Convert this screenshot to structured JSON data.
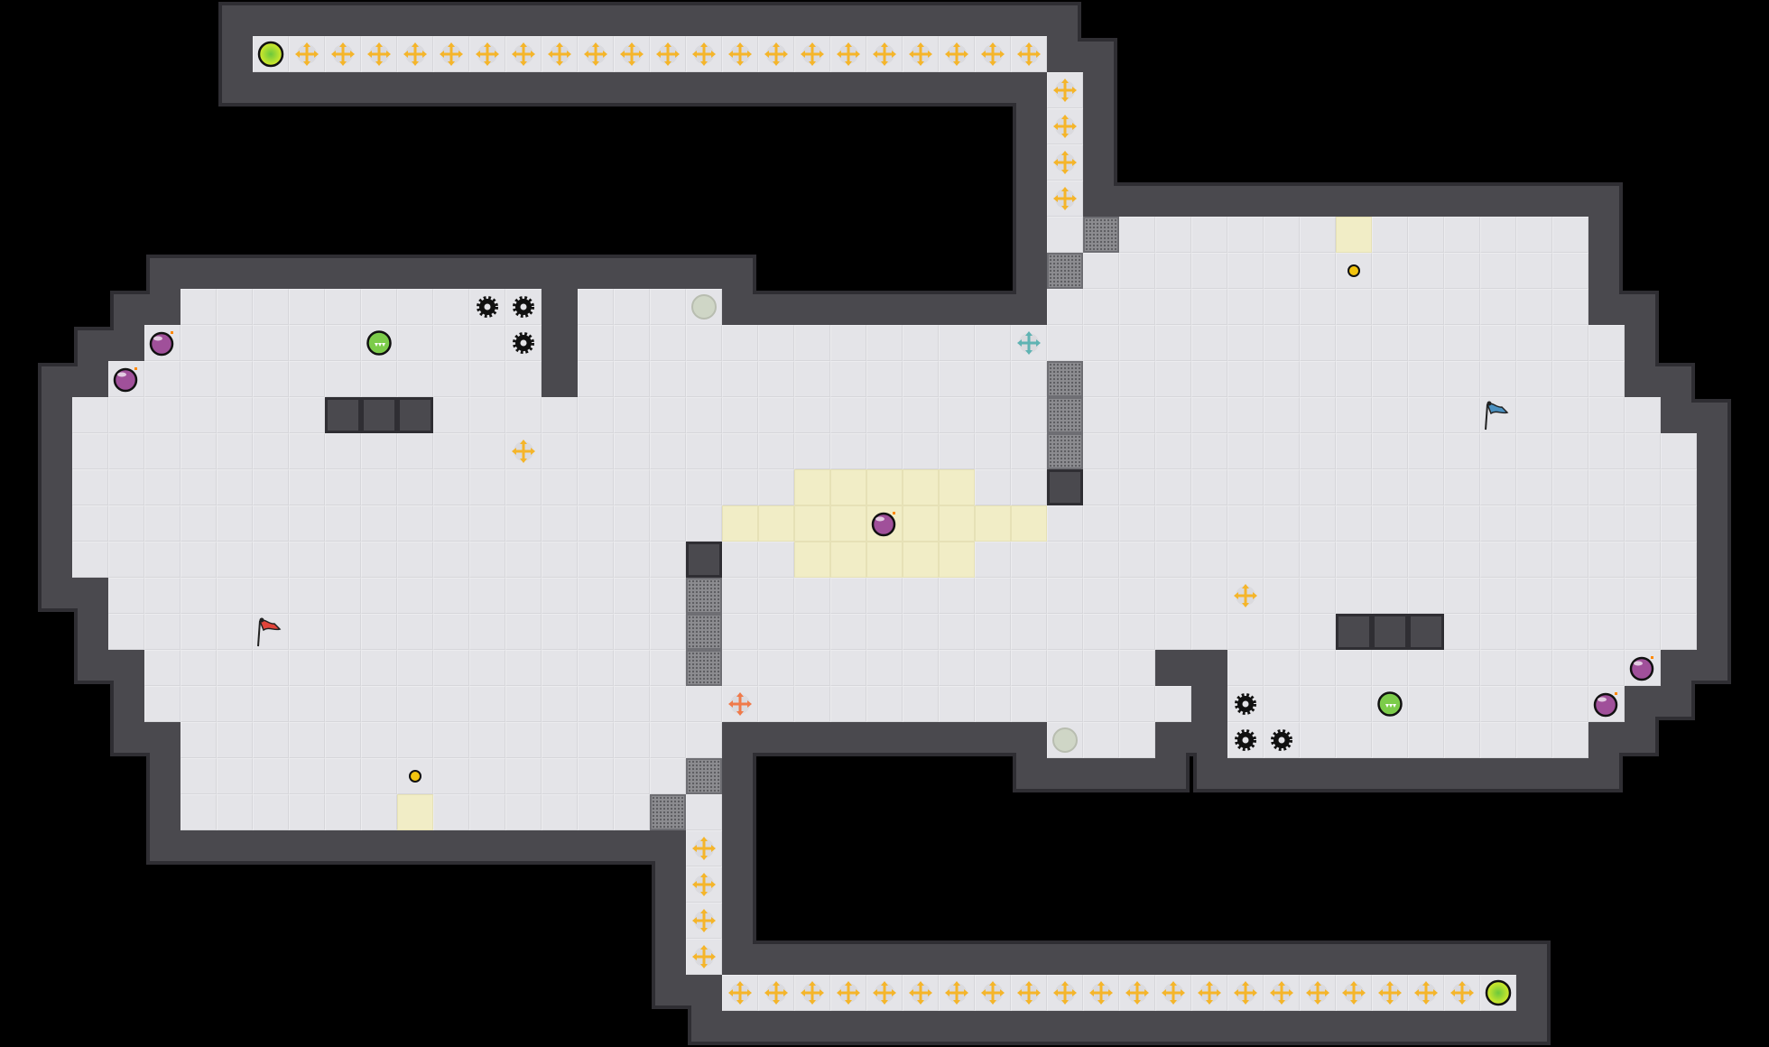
{
  "game": {
    "colors": {
      "background": "#000000",
      "wall": "#4a494e",
      "wall_rim": "#2f2e33",
      "floor": "#e4e4e8",
      "highlight_floor": "#f1edc6",
      "plus_yellow": "#f5b52a",
      "plus_teal": "#5fb3b3",
      "plus_orange": "#f07a4a",
      "goal": "#d8ec2a",
      "bomb": "#a0509a",
      "green_ball": "#7ccc4a",
      "gear": "#111111",
      "coin": "#f2c40f",
      "flag_red": "#e0443a",
      "flag_blue": "#4a90c0",
      "grey_circle": "#cfd6c6"
    },
    "entity_types": [
      {
        "type": "goal",
        "icon": "goal-circle-icon"
      },
      {
        "type": "plus",
        "icon": "plus-arrows-icon"
      },
      {
        "type": "bomb",
        "icon": "bomb-icon"
      },
      {
        "type": "ball",
        "icon": "green-ball-icon"
      },
      {
        "type": "gear",
        "icon": "spike-gear-icon"
      },
      {
        "type": "coin",
        "icon": "coin-icon"
      },
      {
        "type": "flag",
        "icon": "flag-icon"
      },
      {
        "type": "switch",
        "icon": "grey-circle-icon"
      }
    ]
  }
}
